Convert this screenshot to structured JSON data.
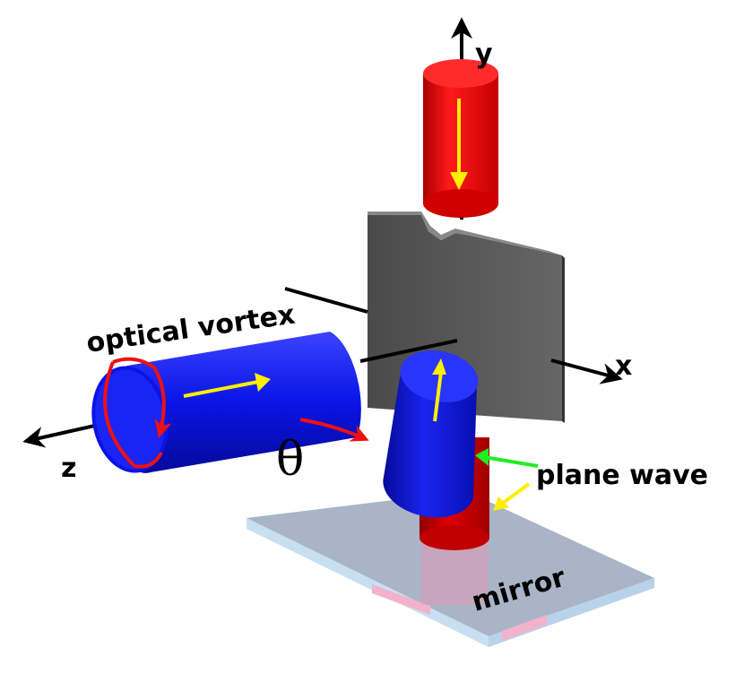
{
  "labels": {
    "axis_y": "y",
    "axis_x": "x",
    "axis_z": "z",
    "optical_vortex": "optical vortex",
    "angle": "θ",
    "plane_wave": "plane wave",
    "mirror": "mirror"
  },
  "colors": {
    "red_beam": "#e8000a",
    "blue_beam": "#0a14e6",
    "screen": "#555555",
    "arrow_yellow": "#ffee00",
    "arrow_green": "#22ee22",
    "rotation_red": "#ee1111",
    "mirror_glass": "#9fb0c8"
  }
}
